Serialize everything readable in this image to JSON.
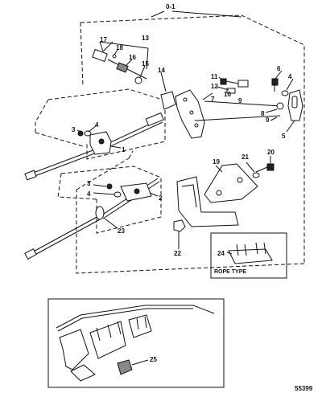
{
  "diagram": {
    "assembly_label": "0-1",
    "figure_number": "55399",
    "inset_label": "ROPE TYPE",
    "callouts": [
      "1",
      "2",
      "3",
      "4",
      "5",
      "6",
      "7",
      "8",
      "9",
      "10",
      "11",
      "12",
      "13",
      "14",
      "15",
      "16",
      "17",
      "18",
      "19",
      "20",
      "21",
      "22",
      "23",
      "24",
      "25"
    ]
  }
}
